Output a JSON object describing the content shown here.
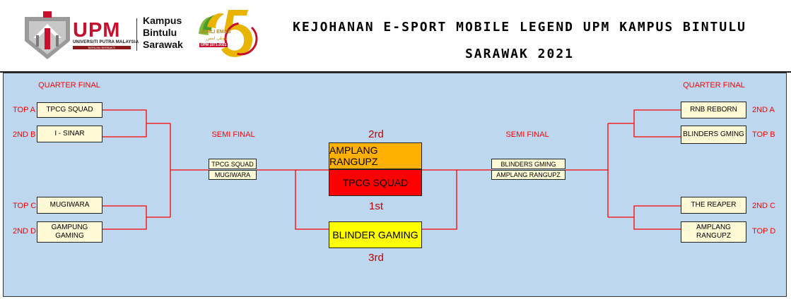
{
  "header": {
    "upm": {
      "name": "UPM",
      "full_name": "UNIVERSITI PUTRA MALAYSIA",
      "tagline": "BERILMU BERBAKTI"
    },
    "campus": [
      "Kampus",
      "Bintulu",
      "Sarawak"
    ],
    "jubilee": {
      "label": "JUBLI EMAS",
      "arabic": "جوبلي امس",
      "years": "UPM 1971-2021"
    },
    "title_line1": "KEJOHANAN E-SPORT MOBILE LEGEND UPM KAMPUS BINTULU",
    "title_line2": "SARAWAK 2021"
  },
  "colors": {
    "panel_bg": "#bdd7ee",
    "team_bg": "#fff9d6",
    "line": "#ff0000",
    "label": "#ff0000",
    "second": "#ffb000",
    "first": "#ff0000",
    "third": "#ffff00",
    "brand_red": "#c8102e"
  },
  "bracket": {
    "left": {
      "stage_label": "QUARTER FINAL",
      "seeds": [
        {
          "seed": "TOP A",
          "team": "TPCG SQUAD"
        },
        {
          "seed": "2ND B",
          "team": "I - SINAR"
        },
        {
          "seed": "TOP C",
          "team": "MUGIWARA"
        },
        {
          "seed": "2ND D",
          "team_line1": "GAMPUNG",
          "team_line2": "GAMING"
        }
      ]
    },
    "right": {
      "stage_label": "QUARTER FINAL",
      "seeds": [
        {
          "seed": "2ND A",
          "team": "RNB REBORN"
        },
        {
          "seed": "TOP B",
          "team": "BLINDERS GMING"
        },
        {
          "seed": "2ND C",
          "team": "THE REAPER"
        },
        {
          "seed": "TOP D",
          "team_line1": "AMPLANG",
          "team_line2": "RANGUPZ"
        }
      ]
    },
    "semi_left": {
      "stage_label": "SEMI FINAL",
      "teams": [
        "TPCG SQUAD",
        "MUGIWARA"
      ]
    },
    "semi_right": {
      "stage_label": "SEMI FINAL",
      "teams": [
        "BLINDERS GMING",
        "AMPLANG RANGUPZ"
      ]
    },
    "podium": {
      "second_label": "2rd",
      "second_team": "AMPLANG RANGUPZ",
      "first_team": "TPCG SQUAD",
      "first_label": "1st",
      "third_team": "BLINDER GAMING",
      "third_label": "3rd"
    }
  }
}
